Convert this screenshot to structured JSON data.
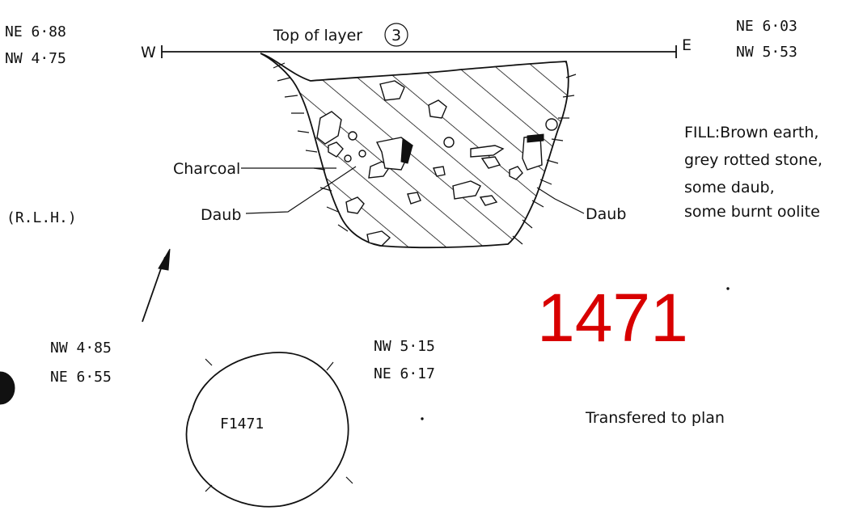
{
  "section": {
    "top_label": "Top of layer",
    "layer_number": "3",
    "west": "W",
    "east": "E",
    "level_top_left": [
      "NE  6·88",
      "NW  4·75"
    ],
    "level_top_right": [
      "NE  6·03",
      "NW  5·53"
    ],
    "fill_note": [
      "FILL:Brown earth,",
      "grey rotted stone,",
      "some daub,",
      "some burnt oolite"
    ],
    "labels": {
      "charcoal": "Charcoal",
      "daub_left": "Daub",
      "daub_right": "Daub"
    }
  },
  "initials": "(R.L.H.)",
  "plan": {
    "feature_label": "F1471",
    "level_left": [
      "NW  4·85",
      "NE  6·55"
    ],
    "level_right": [
      "NW  5·15",
      "NE  6·17"
    ],
    "note": "Transfered to plan"
  },
  "stamp": {
    "number": "1471",
    "color": "#d80000"
  },
  "icons": {
    "north_arrow": "north-arrow-icon"
  }
}
